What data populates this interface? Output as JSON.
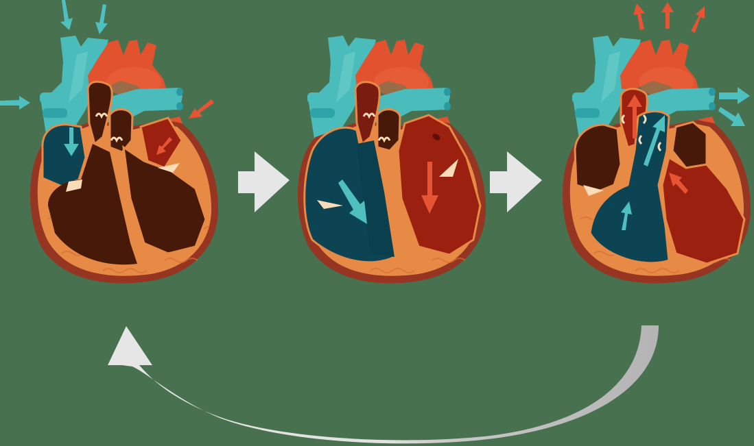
{
  "diagram": {
    "type": "cardiac-cycle",
    "stages": [
      {
        "id": "stage-1",
        "description": "Atria filling: blood enters right atrium from venae cavae and left atrium from pulmonary veins",
        "inflow_arrows": [
          "blue-down-left",
          "blue-down-right",
          "blue-right-side",
          "red-left-side"
        ]
      },
      {
        "id": "stage-2",
        "description": "Atrial contraction: blood flows from atria into ventricles",
        "inflow_arrows": [
          "blue-into-right-ventricle",
          "red-into-left-ventricle"
        ]
      },
      {
        "id": "stage-3",
        "description": "Ventricular contraction: blood ejected into pulmonary artery and aorta",
        "outflow_arrows": [
          "red-up-1",
          "red-up-2",
          "red-up-3",
          "blue-right-1",
          "blue-right-2"
        ]
      }
    ],
    "transition_arrows": [
      "stage-1-to-stage-2",
      "stage-2-to-stage-3"
    ],
    "cycle_arrow": "stage-3-back-to-stage-1"
  },
  "colors": {
    "background": "#48714f",
    "deoxygenated_vessel": "#4bbcbc",
    "deoxygenated_vessel_dark": "#2a9aa0",
    "oxygenated_vessel": "#e2522f",
    "chamber_dark_blue": "#0c4454",
    "chamber_dark_red": "#9c2010",
    "chamber_empty": "#471908",
    "muscle_orange": "#e68a46",
    "muscle_light": "#f0a060",
    "outer_wall": "#953522",
    "valve_cream": "#fbdcb8",
    "arrow_teal": "#4fc0c0",
    "arrow_red": "#e65434",
    "transition_arrow": "#e6e6e6",
    "cycle_arrow_light": "#e6e6e6",
    "cycle_arrow_dark": "#b0b0b0"
  }
}
